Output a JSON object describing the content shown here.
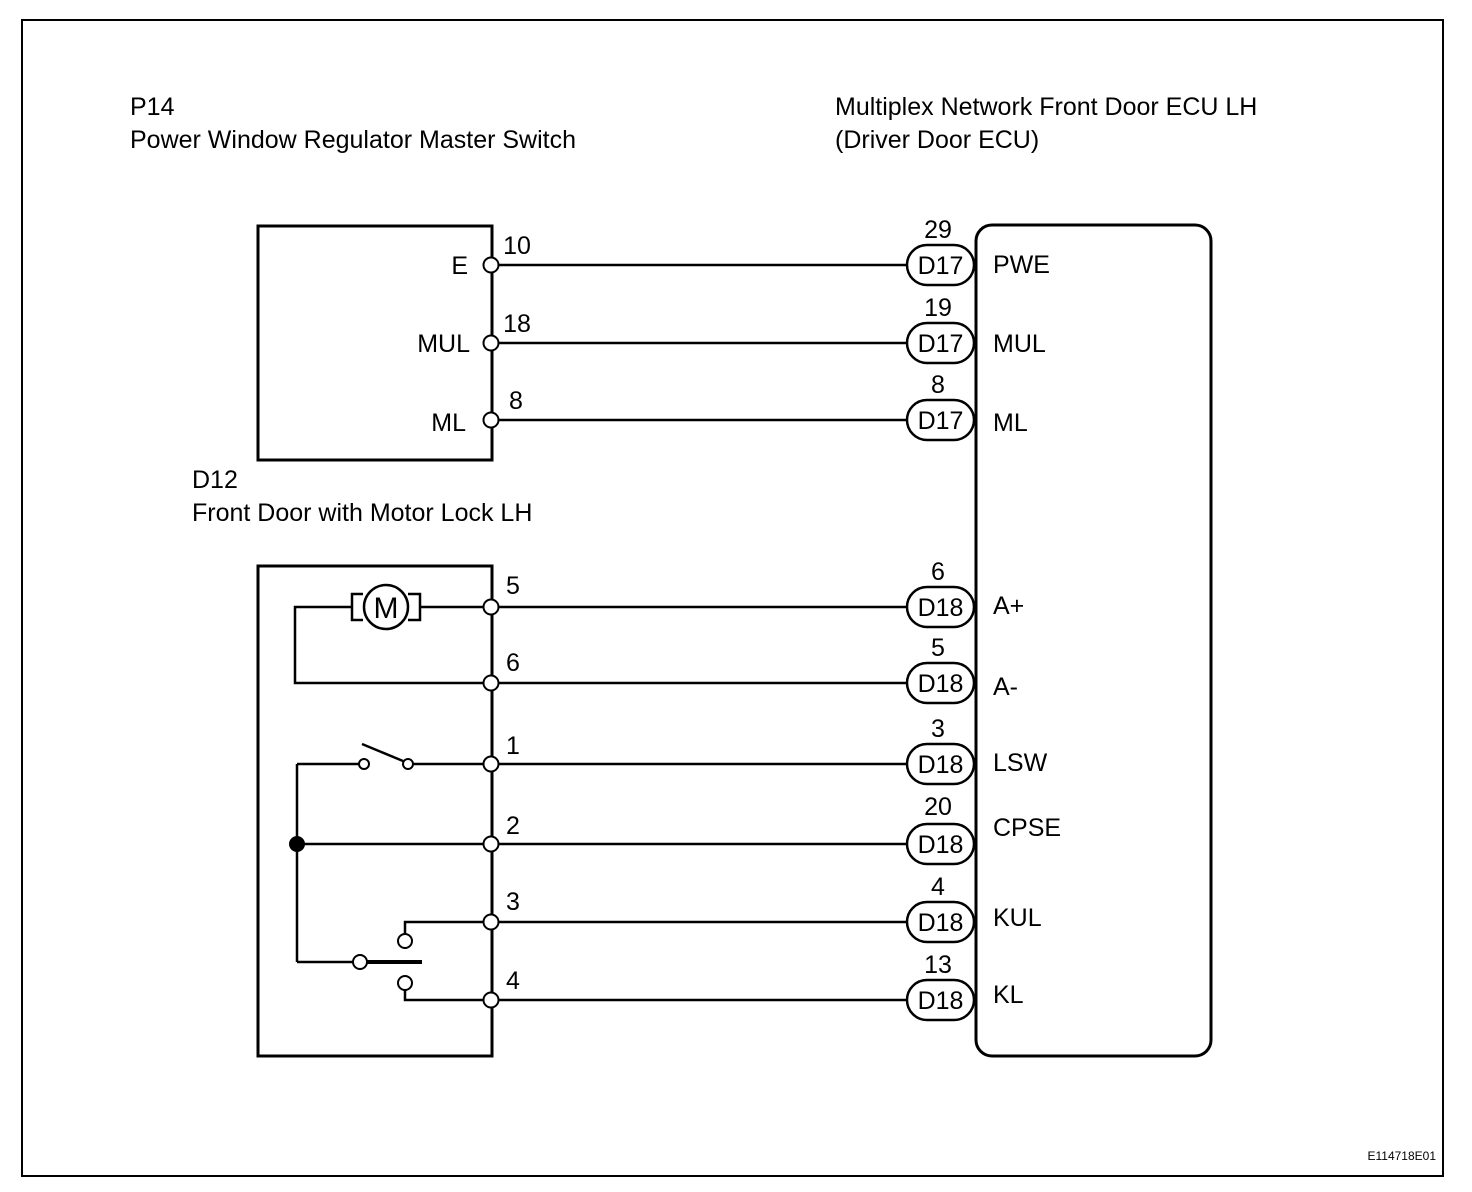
{
  "figure_id": "E114718E01",
  "p14": {
    "code": "P14",
    "title": "Power Window Regulator Master Switch",
    "pins": [
      {
        "label": "E",
        "number": "10"
      },
      {
        "label": "MUL",
        "number": "18"
      },
      {
        "label": "ML",
        "number": "8"
      }
    ]
  },
  "d12": {
    "code": "D12",
    "title": "Front Door with Motor Lock LH",
    "motor_symbol": "M",
    "pins": [
      "5",
      "6",
      "1",
      "2",
      "3",
      "4"
    ]
  },
  "ecu": {
    "title": "Multiplex Network Front Door ECU LH",
    "subtitle": "(Driver Door ECU)",
    "terminals": [
      {
        "connector": "D17",
        "pin": "29",
        "label": "PWE"
      },
      {
        "connector": "D17",
        "pin": "19",
        "label": "MUL"
      },
      {
        "connector": "D17",
        "pin": "8",
        "label": "ML"
      },
      {
        "connector": "D18",
        "pin": "6",
        "label": "A+"
      },
      {
        "connector": "D18",
        "pin": "5",
        "label": "A-"
      },
      {
        "connector": "D18",
        "pin": "3",
        "label": "LSW"
      },
      {
        "connector": "D18",
        "pin": "20",
        "label": "CPSE"
      },
      {
        "connector": "D18",
        "pin": "4",
        "label": "KUL"
      },
      {
        "connector": "D18",
        "pin": "13",
        "label": "KL"
      }
    ]
  }
}
